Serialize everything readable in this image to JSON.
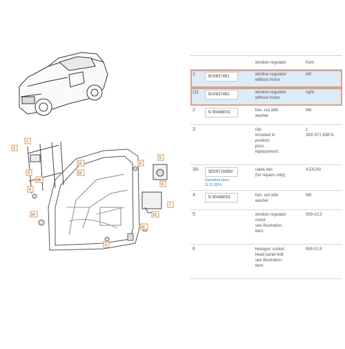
{
  "header": {
    "col_name": "window regulator",
    "col_note": "front"
  },
  "rows": [
    {
      "num": "1",
      "part_no": "8U0837461",
      "name": "window regulator\nwithout motor",
      "note": "left",
      "selected": true
    },
    {
      "num": "(1)",
      "part_no": "8U0837462",
      "name": "window regulator\nwithout motor",
      "note": "right",
      "selected": true
    },
    {
      "num": "2",
      "part_no": "N 90488001",
      "name": "hex. nut with\nwasher",
      "note": "M6"
    },
    {
      "num": "3",
      "part_no": "",
      "name": "clip\nincluded in\nposition:\nposs.\nreplacement:",
      "note": "1\n3D0 971 838 N"
    },
    {
      "num": "3A",
      "part_no": "3D0971838N",
      "cancel_note": "Cancelled since\n11.11.2014",
      "name": "cable ties\n(for repairs only)",
      "note": "4,5X200"
    },
    {
      "num": "4",
      "part_no": "N 90488001",
      "name": "hex. nut with\nwasher",
      "note": "M6"
    },
    {
      "num": "5",
      "part_no": "",
      "name": "window regulator\nmotor\nsee illustration,\nitem:",
      "note": "959-10,3"
    },
    {
      "num": "6",
      "part_no": "",
      "name": "hexagon socket\nhead panel bolt\nsee illustration,\nitem:",
      "note": "959-10,5"
    }
  ],
  "callouts": [
    "1",
    "2",
    "3",
    "3A",
    "4",
    "5",
    "6",
    "7",
    "8",
    "9",
    "10",
    "11",
    "12",
    "13",
    "14"
  ],
  "colors": {
    "accent": "#d9a089",
    "selected_bg": "#dcebf6",
    "link": "#2a78b8"
  }
}
